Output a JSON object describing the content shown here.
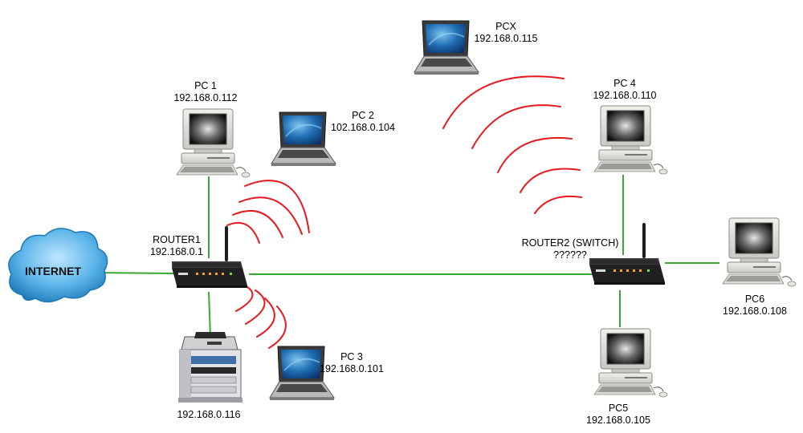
{
  "colors": {
    "link": "#3aa830",
    "wireless": "#e8191c",
    "cloud_fill": "#5ab4e8",
    "cloud_dark": "#1d78b8"
  },
  "internet": {
    "label": "INTERNET"
  },
  "router1": {
    "name": "ROUTER1",
    "ip": "192.168.0.1"
  },
  "router2": {
    "name": "ROUTER2 (SWITCH)",
    "ip": "??????"
  },
  "pc1": {
    "name": "PC 1",
    "ip": "192.168.0.112"
  },
  "pc2": {
    "name": "PC 2",
    "ip": "102.168.0.104"
  },
  "pc3": {
    "name": "PC 3",
    "ip": "192.168.0.101"
  },
  "pcx": {
    "name": "PCX",
    "ip": "192.168.0.115"
  },
  "pc4": {
    "name": "PC 4",
    "ip": "192.168.0.110"
  },
  "pc5": {
    "name": "PC5",
    "ip": "192.168.0.105"
  },
  "pc6": {
    "name": "PC6",
    "ip": "192.168.0.108"
  },
  "printer": {
    "ip": "192.168.0.116"
  }
}
